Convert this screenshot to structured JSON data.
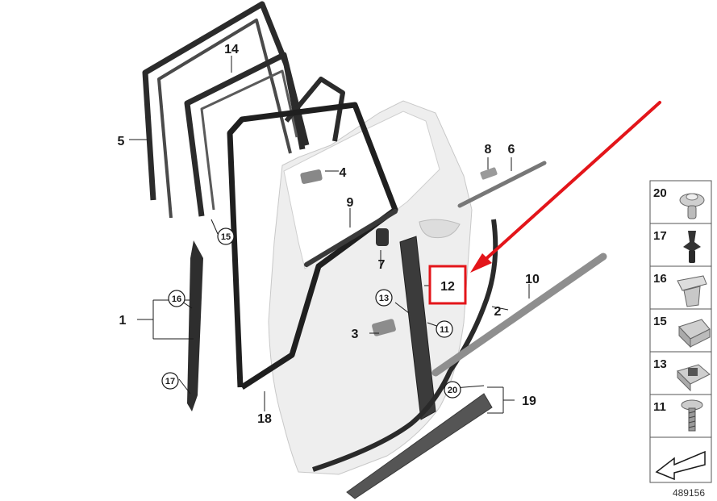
{
  "colors": {
    "highlight": "#e3151a",
    "seal": "#2b2b2b",
    "panel": "#eeeeee",
    "part_dark": "#555555",
    "part_mid": "#8e8e8e"
  },
  "labels": {
    "l1": "1",
    "l2": "2",
    "l3": "3",
    "l4": "4",
    "l5": "5",
    "l6": "6",
    "l7": "7",
    "l8": "8",
    "l9": "9",
    "l10": "10",
    "l12": "12",
    "l14": "14",
    "l18": "18",
    "l19": "19"
  },
  "callouts": {
    "c11": "11",
    "c13": "13",
    "c15": "15",
    "c16": "16",
    "c17": "17",
    "c20": "20"
  },
  "sidebar": {
    "items": [
      "20",
      "17",
      "16",
      "15",
      "13",
      "11"
    ]
  },
  "reference_number": "489156",
  "nav_icon": "arrow-left-icon"
}
